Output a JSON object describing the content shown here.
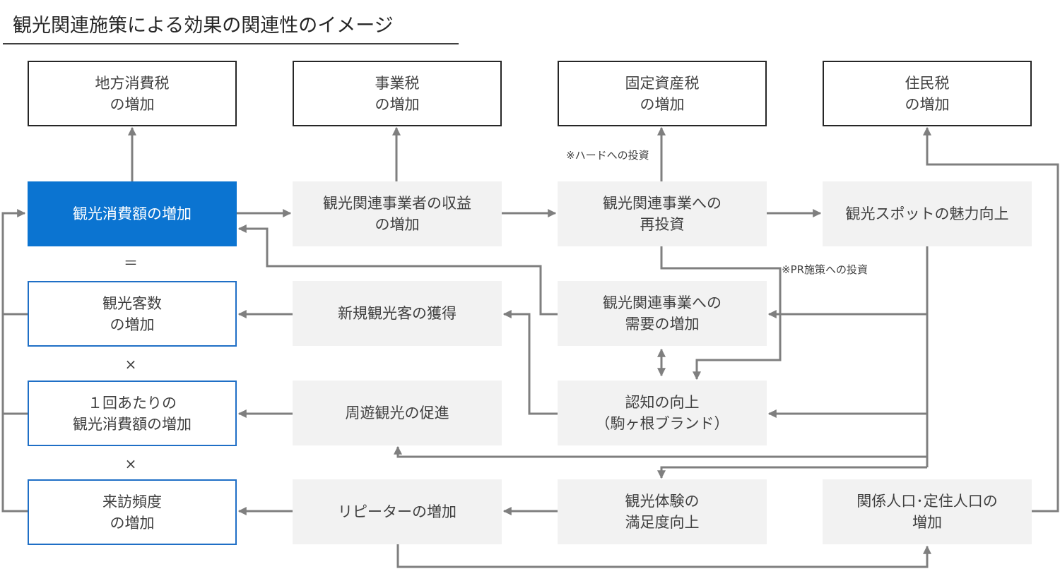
{
  "title": "観光関連施策による効果の関連性のイメージ",
  "boxes": {
    "tax_local": "地方消費税\nの増加",
    "tax_business": "事業税\nの増加",
    "tax_property": "固定資産税\nの増加",
    "tax_resident": "住民税\nの増加",
    "spending": "観光消費額の増加",
    "revenue": "観光関連事業者の収益\nの増加",
    "reinvest": "観光関連事業への\n再投資",
    "attraction": "観光スポットの魅力向上",
    "visitors": "観光客数\nの増加",
    "new_visitors": "新規観光客の獲得",
    "demand": "観光関連事業への\n需要の増加",
    "per_visit": "１回あたりの\n観光消費額の増加",
    "excursion": "周遊観光の促進",
    "awareness": "認知の向上\n（駒ヶ根ブランド）",
    "frequency": "来訪頻度\nの増加",
    "repeaters": "リピーターの増加",
    "satisfaction": "観光体験の\n満足度向上",
    "population": "関係人口･定住人口の\n増加"
  },
  "symbols": {
    "equals": "＝",
    "times1": "×",
    "times2": "×"
  },
  "notes": {
    "hardware": "※ハードへの投資",
    "pr": "※PR施策への投資"
  },
  "colors": {
    "accent_blue": "#0b74d1",
    "border_blue": "#1f6fc6",
    "grey_fill": "#f2f2f2",
    "connector": "#7f7f7f"
  }
}
